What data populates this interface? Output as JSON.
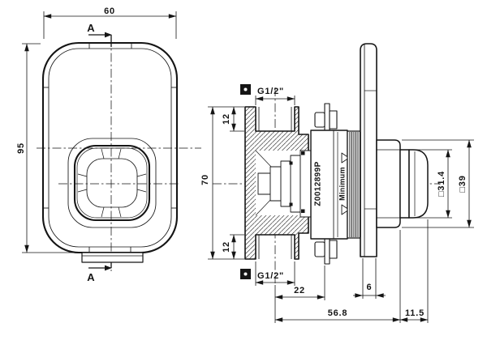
{
  "drawing": {
    "front_view": {
      "width": "60",
      "height": "95",
      "section_top": "A",
      "section_bottom": "A"
    },
    "section_view": {
      "thread_size_top": "G1/2\"",
      "thread_size_bottom": "G1/2\"",
      "thread_depth_top": "12",
      "thread_depth_bottom": "12",
      "body_height": "70",
      "axis_to_flange": "22",
      "plate_thickness": "6",
      "total_depth": "56.8",
      "handle_projection": "11.5",
      "handle_square": "□31.4",
      "sleeve_square": "□39",
      "cartridge_code": "Z0012899P",
      "minimum_label": "Minimum"
    },
    "symbols": {
      "thread_marker": "filled-square-with-dot",
      "section_arrow": "right-arrow",
      "minimum_marker": "triangle"
    },
    "colors": {
      "line": "#151515",
      "background": "#ffffff"
    }
  }
}
